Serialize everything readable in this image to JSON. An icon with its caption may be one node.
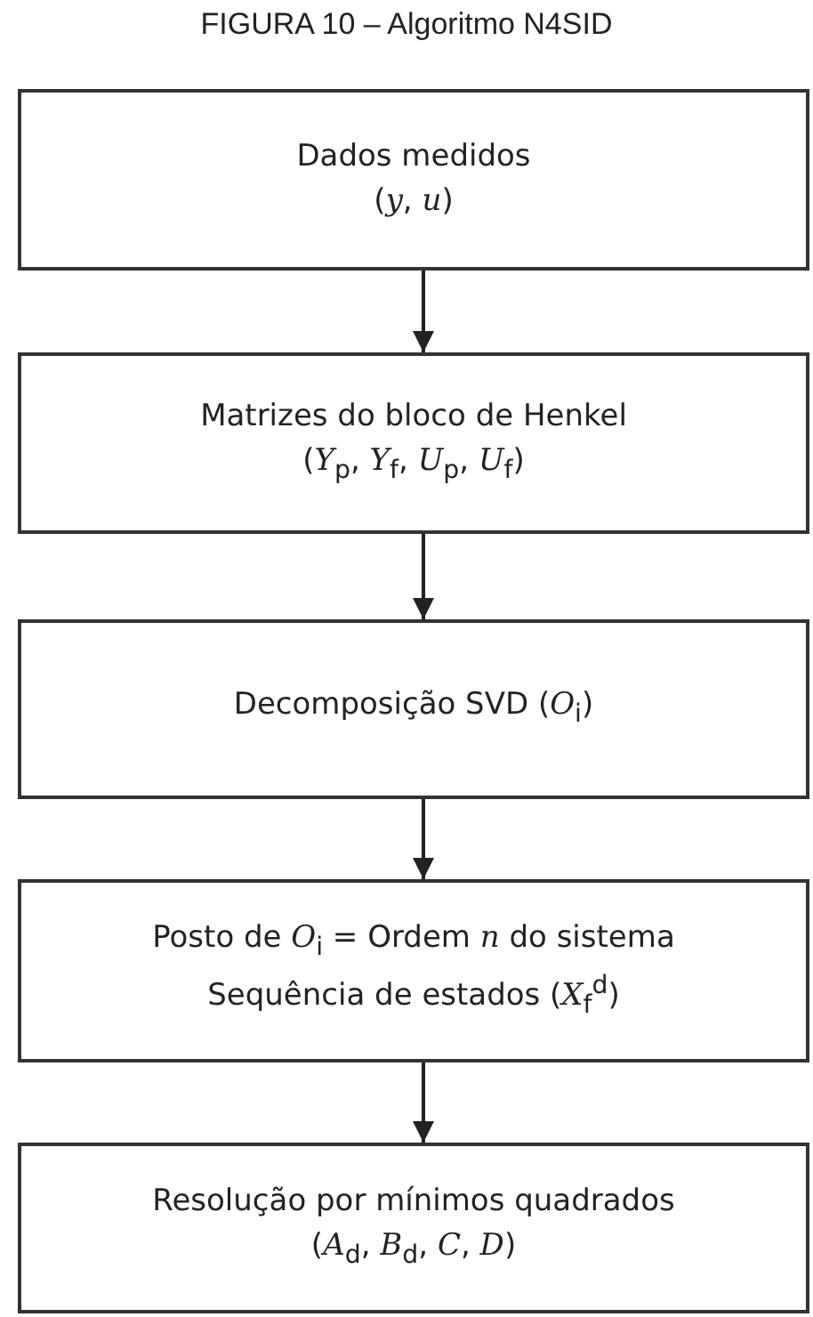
{
  "diagram": {
    "title": "FIGURA 10 – Algoritmo N4SID",
    "nodes": [
      {
        "text": [
          "Dados medidos",
          "(*y*, *u*)"
        ]
      },
      {
        "text": [
          "Matrizes do bloco de Henkel",
          "(*Y*$_{p}$, *Y*$_{f}$, *U*$_{p}$, *U*$_{f}$)"
        ]
      },
      {
        "text": [
          "Decomposição SVD (*O*$_{i}$)"
        ]
      },
      {
        "text": [
          "Posto de *O*$_{i}$ = Ordem *n* do sistema",
          "Sequência de estados (*X*$_{f}$$^{d}$)"
        ]
      },
      {
        "text": [
          "Resolução por mínimos quadrados",
          "(*A*$_{d}$, *B*$_{d}$, *C*, *D*)"
        ]
      }
    ],
    "edges": [
      {
        "from": 0,
        "to": 1,
        "arrow": "to"
      },
      {
        "from": 1,
        "to": 2,
        "arrow": "to"
      },
      {
        "from": 2,
        "to": 3,
        "arrow": "to"
      },
      {
        "from": 3,
        "to": 4,
        "arrow": "to"
      }
    ]
  }
}
